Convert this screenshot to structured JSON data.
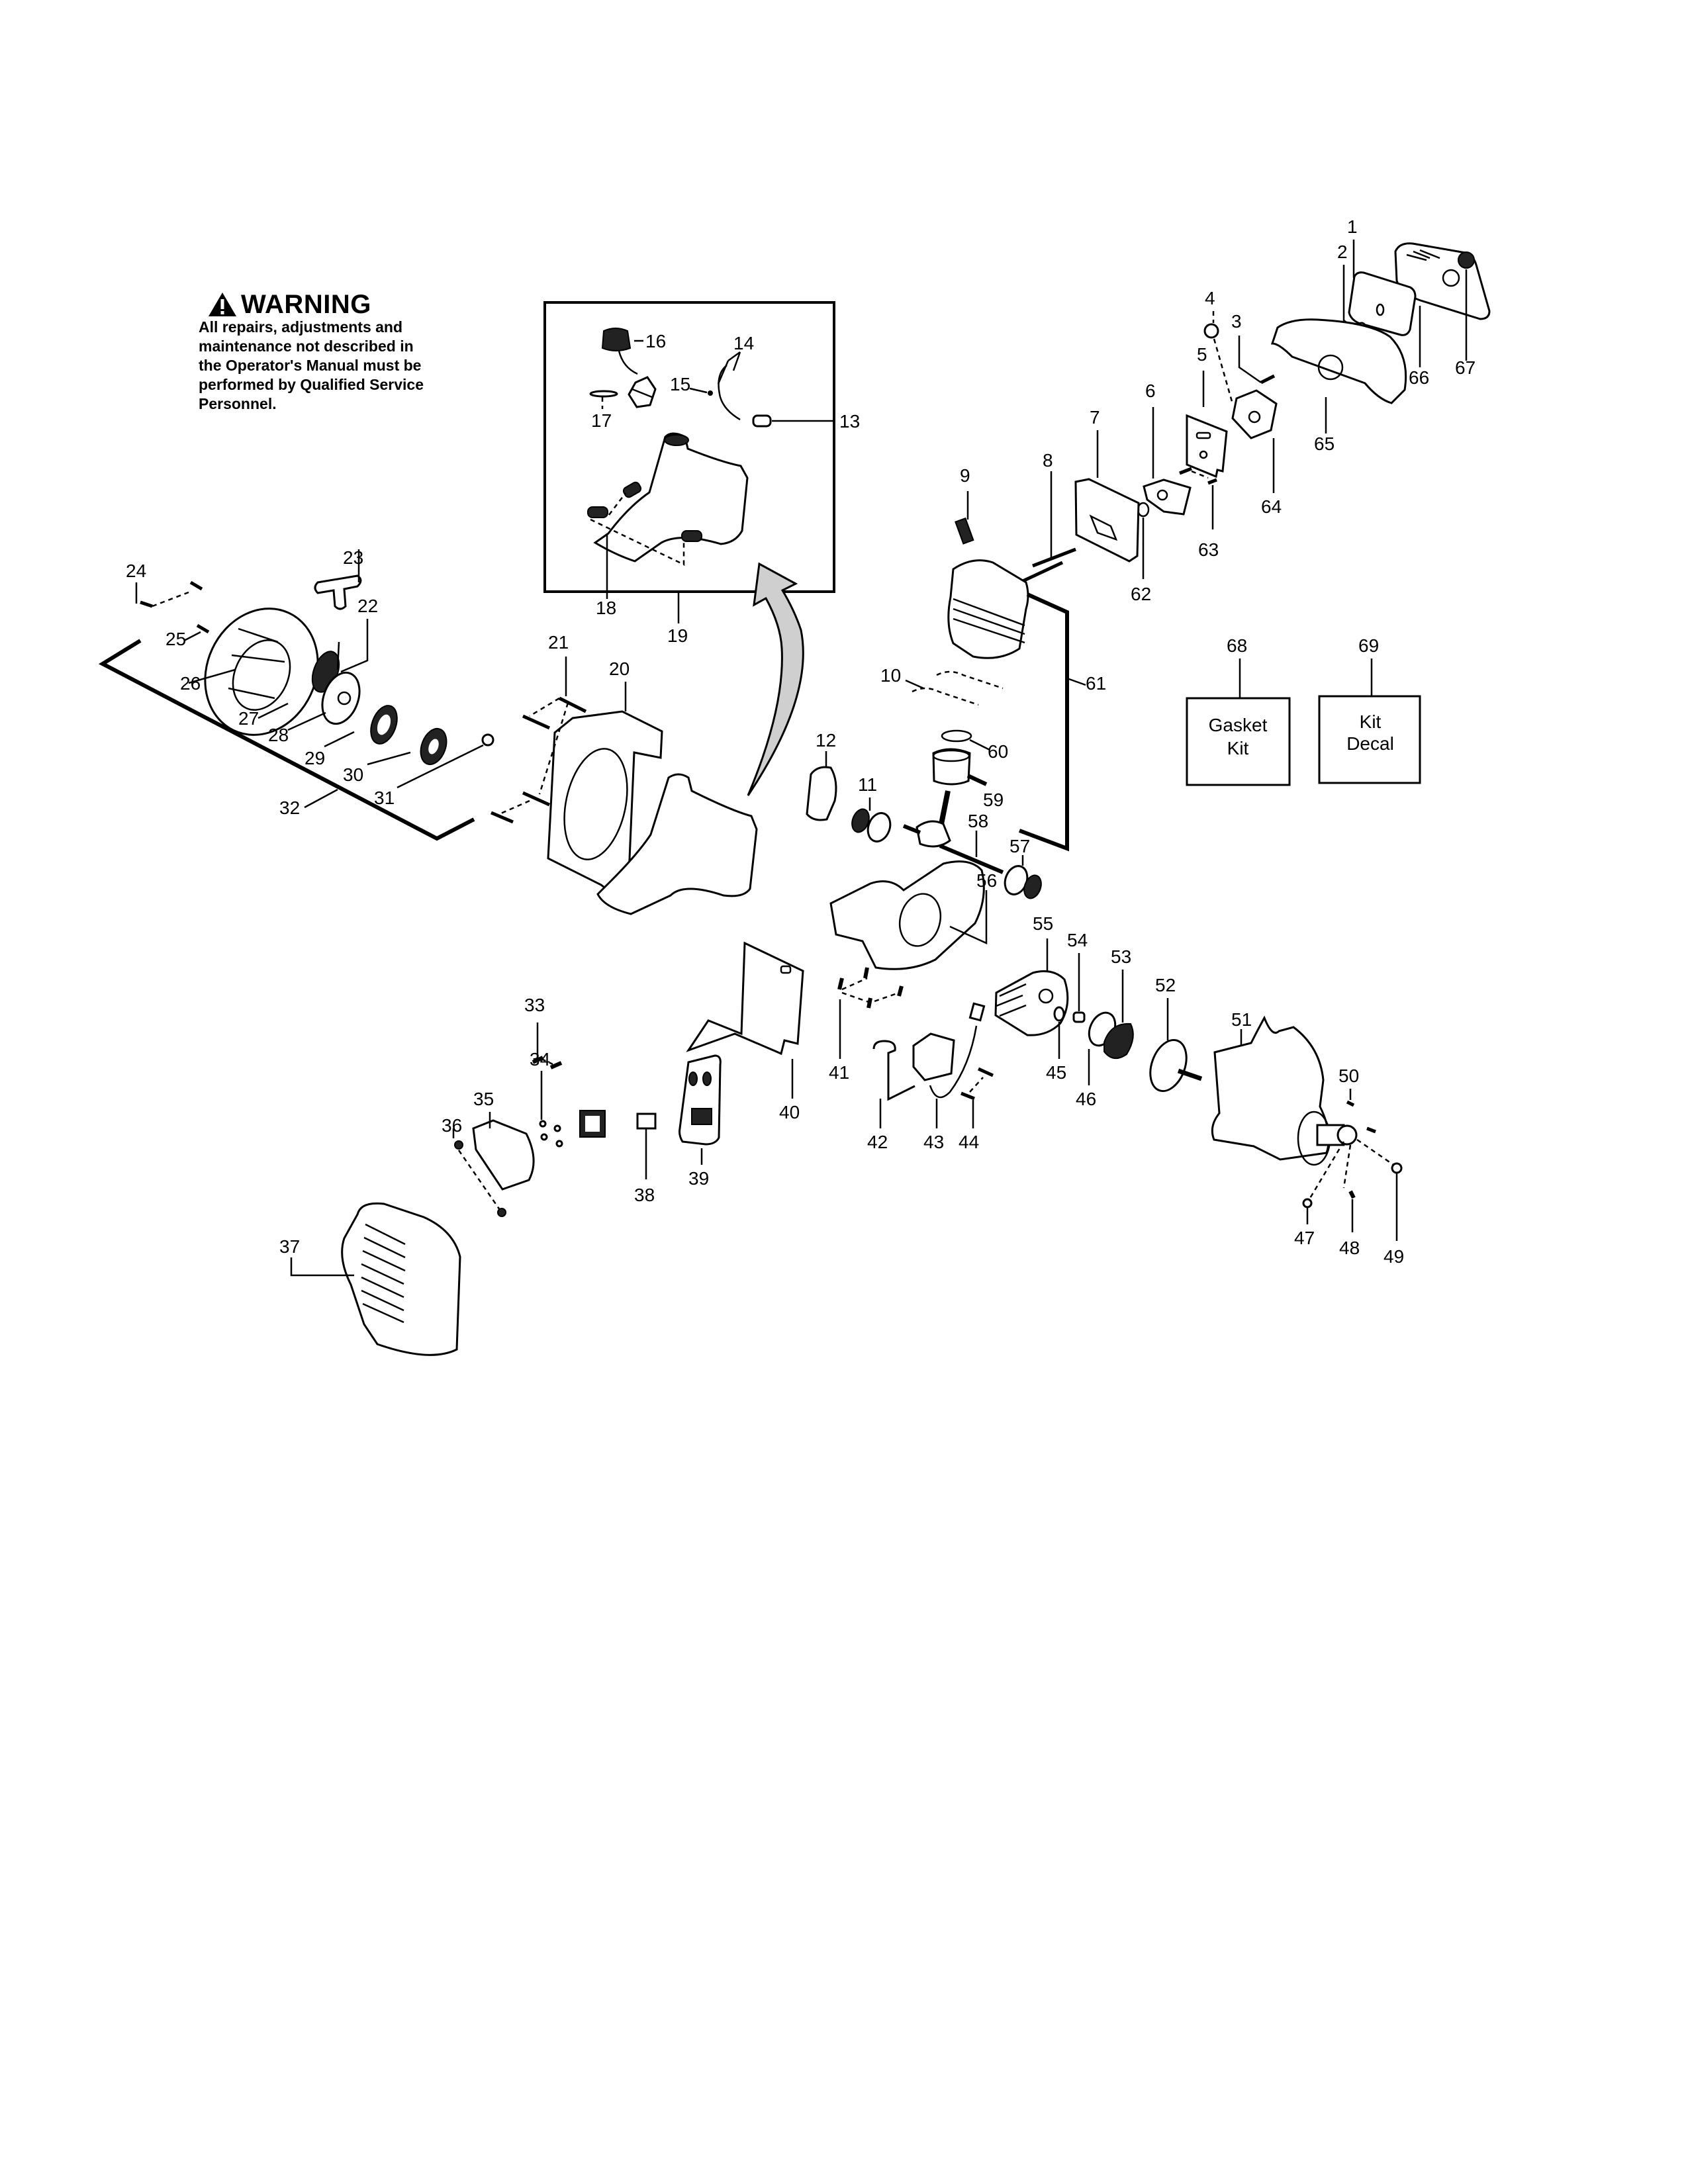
{
  "warning": {
    "icon": "warning-triangle-icon",
    "title": "WARNING",
    "body": "All repairs, adjustments and\nmaintenance not described in\nthe Operator's Manual must be\nperformed by Qualified Service\nPersonnel."
  },
  "callouts": {
    "c1": "1",
    "c2": "2",
    "c3": "3",
    "c4": "4",
    "c5": "5",
    "c6": "6",
    "c7": "7",
    "c8": "8",
    "c9": "9",
    "c10": "10",
    "c11": "11",
    "c12": "12",
    "c13": "13",
    "c14": "14",
    "c15": "15",
    "c16": "16",
    "c17": "17",
    "c18": "18",
    "c19": "19",
    "c20": "20",
    "c21": "21",
    "c22": "22",
    "c23": "23",
    "c24": "24",
    "c25": "25",
    "c26": "26",
    "c27": "27",
    "c28": "28",
    "c29": "29",
    "c30": "30",
    "c31": "31",
    "c32": "32",
    "c33": "33",
    "c34": "34",
    "c35": "35",
    "c36": "36",
    "c37": "37",
    "c38": "38",
    "c39": "39",
    "c40": "40",
    "c41": "41",
    "c42": "42",
    "c43": "43",
    "c44": "44",
    "c45": "45",
    "c46": "46",
    "c47": "47",
    "c48": "48",
    "c49": "49",
    "c50": "50",
    "c51": "51",
    "c52": "52",
    "c53": "53",
    "c54": "54",
    "c55": "55",
    "c56": "56",
    "c57": "57",
    "c58": "58",
    "c59": "59",
    "c60": "60",
    "c61": "61",
    "c62": "62",
    "c63": "63",
    "c64": "64",
    "c65": "65",
    "c66": "66",
    "c67": "67",
    "c68": "68",
    "c69": "69"
  },
  "kits": [
    {
      "number": "68",
      "line1": "Gasket",
      "line2": "Kit"
    },
    {
      "number": "69",
      "line1": "Kit",
      "line2": "Decal"
    }
  ]
}
